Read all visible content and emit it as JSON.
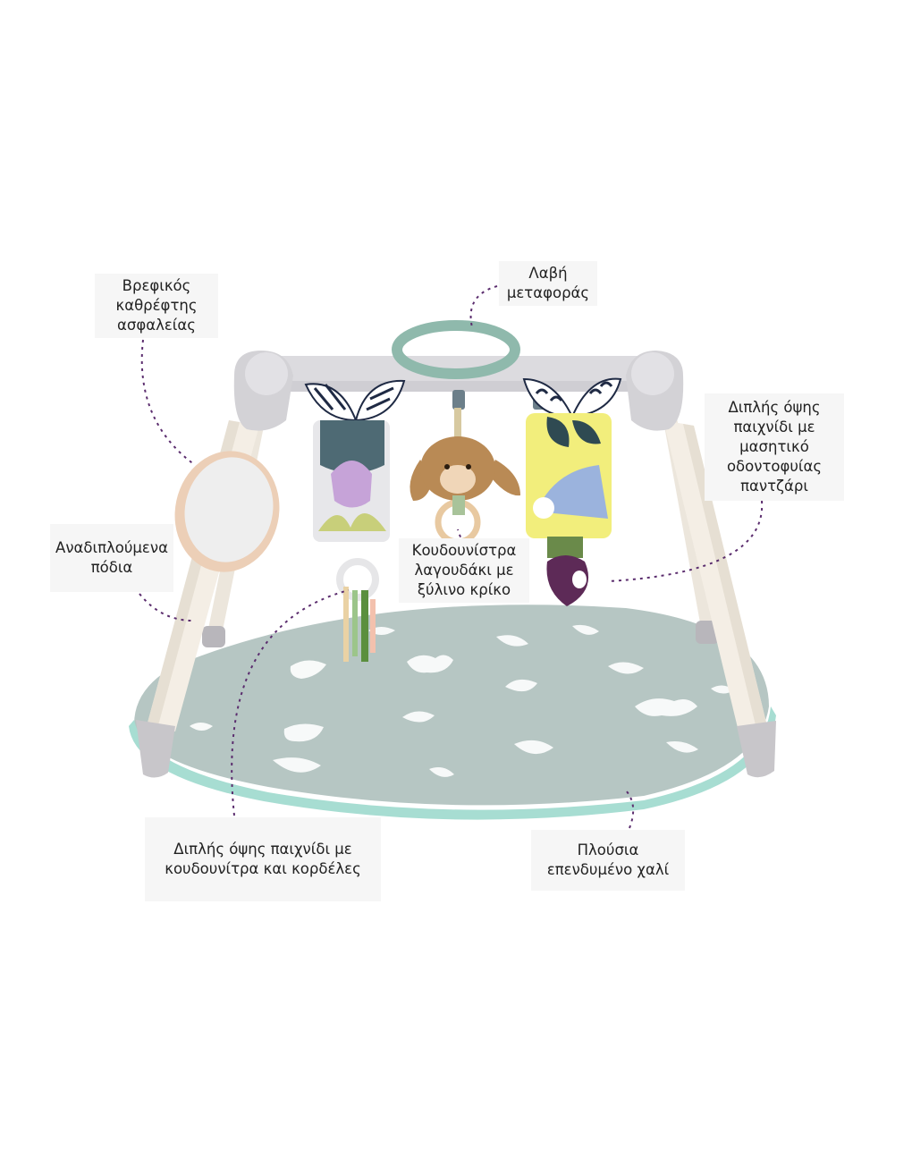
{
  "image": {
    "subject": "baby-play-gym",
    "colors": {
      "frame": "#d9d8dc",
      "legs": "#f3eee6",
      "handle": "#8fb9ac",
      "mat": "#b4c3c0",
      "mat_edge": "#a7ddd2",
      "label_bg": "#f6f6f6",
      "leader_line": "#5b2d6e"
    }
  },
  "callouts": {
    "mirror": {
      "lines": [
        "Βρεφικός",
        "καθρέφτης",
        "ασφαλείας"
      ]
    },
    "handle": {
      "lines": [
        "Λαβή",
        "μεταφοράς"
      ]
    },
    "legs": {
      "lines": [
        "Αναδιπλούμενα",
        "πόδια"
      ]
    },
    "teether": {
      "lines": [
        "Διπλής όψης",
        "παιχνίδι με",
        "μασητικό",
        "οδοντοφυίας",
        "παντζάρι"
      ]
    },
    "bunny": {
      "lines": [
        "Κουδουνίστρα",
        "λαγουδάκι με",
        "ξύλινο κρίκο"
      ]
    },
    "rattle": {
      "lines": [
        "Διπλής όψης παιχνίδι με",
        "κουδουνίτρα και κορδέλες"
      ]
    },
    "mat": {
      "lines": [
        "Πλούσια",
        "επενδυμένο χαλί"
      ]
    }
  }
}
